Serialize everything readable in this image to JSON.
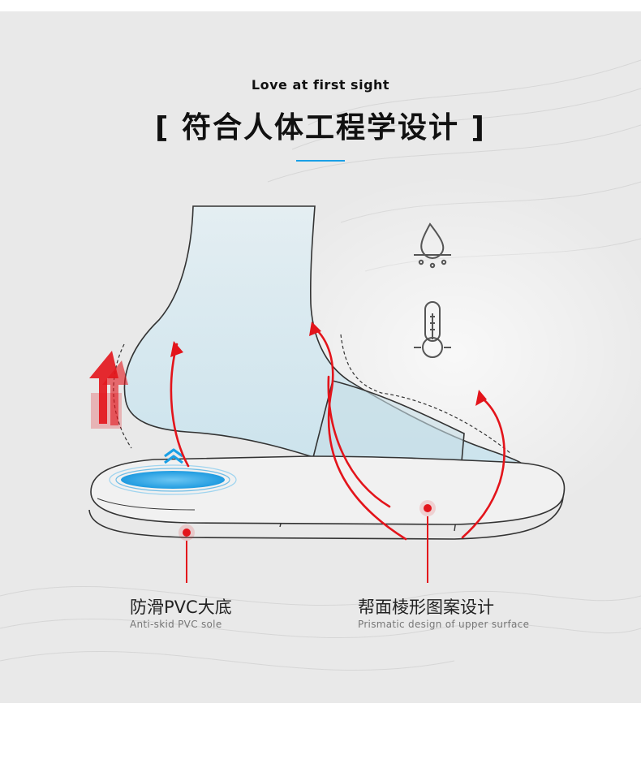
{
  "header": {
    "subtitle": "Love at first sight",
    "title": "[ 符合人体工程学设计 ]"
  },
  "features": [
    {
      "name_cn": "防滑PVC大底",
      "name_en": "Anti-skid PVC sole"
    },
    {
      "name_cn": "帮面棱形图案设计",
      "name_en": "Prismatic design of upper surface"
    }
  ],
  "icons": [
    "water-drop-icon",
    "thermometer-icon",
    "up-chevrons-icon"
  ],
  "colors": {
    "accent_blue": "#1aa0e6",
    "arrow_red": "#e3141b",
    "foot_blue": "#d3e7ef",
    "background": "#e9e9e9"
  }
}
